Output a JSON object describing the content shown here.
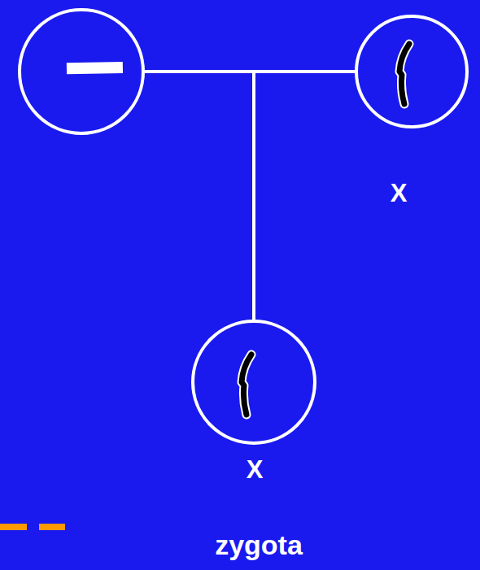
{
  "diagram": {
    "nodes": [
      {
        "text": []
      },
      {
        "text": [
          "X"
        ]
      },
      {
        "text": [
          "X"
        ]
      }
    ],
    "edges": [
      {
        "from": 0,
        "to": 2,
        "arrow": "none"
      },
      {
        "from": 1,
        "to": 2,
        "arrow": "none"
      }
    ],
    "labels": [
      "zygota"
    ]
  }
}
